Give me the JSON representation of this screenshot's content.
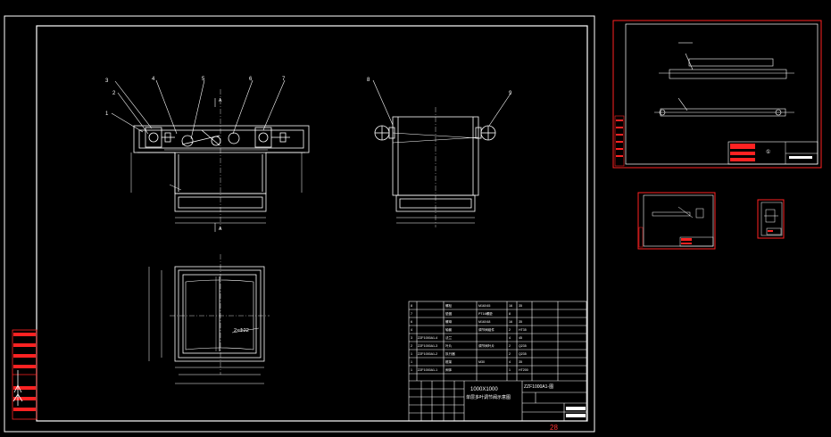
{
  "main_sheet": {
    "sheet_number": "28",
    "balloons_front": [
      "3",
      "2",
      "1",
      "4",
      "5",
      "6",
      "7"
    ],
    "balloons_side": [
      "8",
      "9"
    ],
    "view_arrow": "A",
    "plan_callout": "2×Φ22",
    "title_block": {
      "title_line1": "1000X1000",
      "title_line2": "单层多叶调节阀示意图",
      "drawing_no": "ZZF1000A1-图",
      "bom_rows": [
        [
          "8",
          "",
          "螺栓",
          "M16X45",
          "16",
          "35",
          ""
        ],
        [
          "7",
          "",
          "垫圈",
          "PT16螺垫",
          "8",
          "",
          ""
        ],
        [
          "6",
          "",
          "螺母",
          "M16X48",
          "16",
          "35",
          ""
        ],
        [
          "4",
          "",
          "轴套",
          "调节阀组件",
          "2",
          "HT35",
          ""
        ],
        [
          "3",
          "ZZF1000A1-4",
          "法兰",
          "",
          "4",
          "45",
          ""
        ],
        [
          "2",
          "ZZF1000A1-3",
          "叶片",
          "调节阀叶片",
          "2",
          "Q235",
          ""
        ],
        [
          "1",
          "ZZF1000A1-2",
          "执行器",
          "",
          "2",
          "Q235",
          ""
        ],
        [
          "1",
          "",
          "框架",
          "M30",
          "4",
          "35",
          ""
        ],
        [
          "1",
          "ZZF1000A1-1",
          "阀体",
          "",
          "1",
          "HT200",
          ""
        ]
      ]
    }
  },
  "thumb_sheets": [
    {
      "name": "parts-sheet-1",
      "label": "①"
    },
    {
      "name": "parts-sheet-2",
      "label": ""
    },
    {
      "name": "parts-sheet-3",
      "label": ""
    }
  ],
  "colors": {
    "background": "#000000",
    "line": "#ffffff",
    "frame_red": "#ff2020",
    "dim_text": "#ffffff"
  }
}
